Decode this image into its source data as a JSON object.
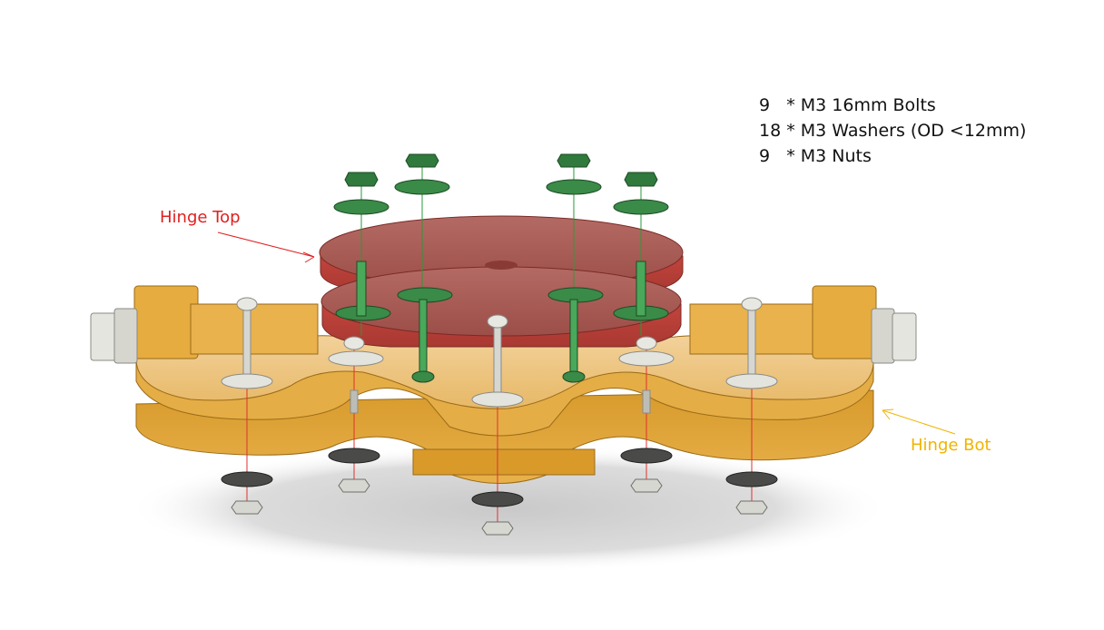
{
  "bill_of_materials": [
    {
      "qty": "9",
      "item": "* M3 16mm Bolts"
    },
    {
      "qty": "18",
      "item": "* M3 Washers (OD <12mm)"
    },
    {
      "qty": "9",
      "item": "* M3 Nuts"
    }
  ],
  "callouts": {
    "hinge_top": "Hinge Top",
    "hinge_bot": "Hinge Bot"
  },
  "colors": {
    "hinge_top_part": "#b5443f",
    "hinge_top_label": "#e02020",
    "hinge_bot_part": "#e3a83c",
    "hinge_bot_label": "#f0b400",
    "hardware_green": "#2f7a3c",
    "hardware_steel": "#d7d7d2",
    "axis_line_red": "#e03030",
    "axis_line_green": "#2a9a3a"
  }
}
